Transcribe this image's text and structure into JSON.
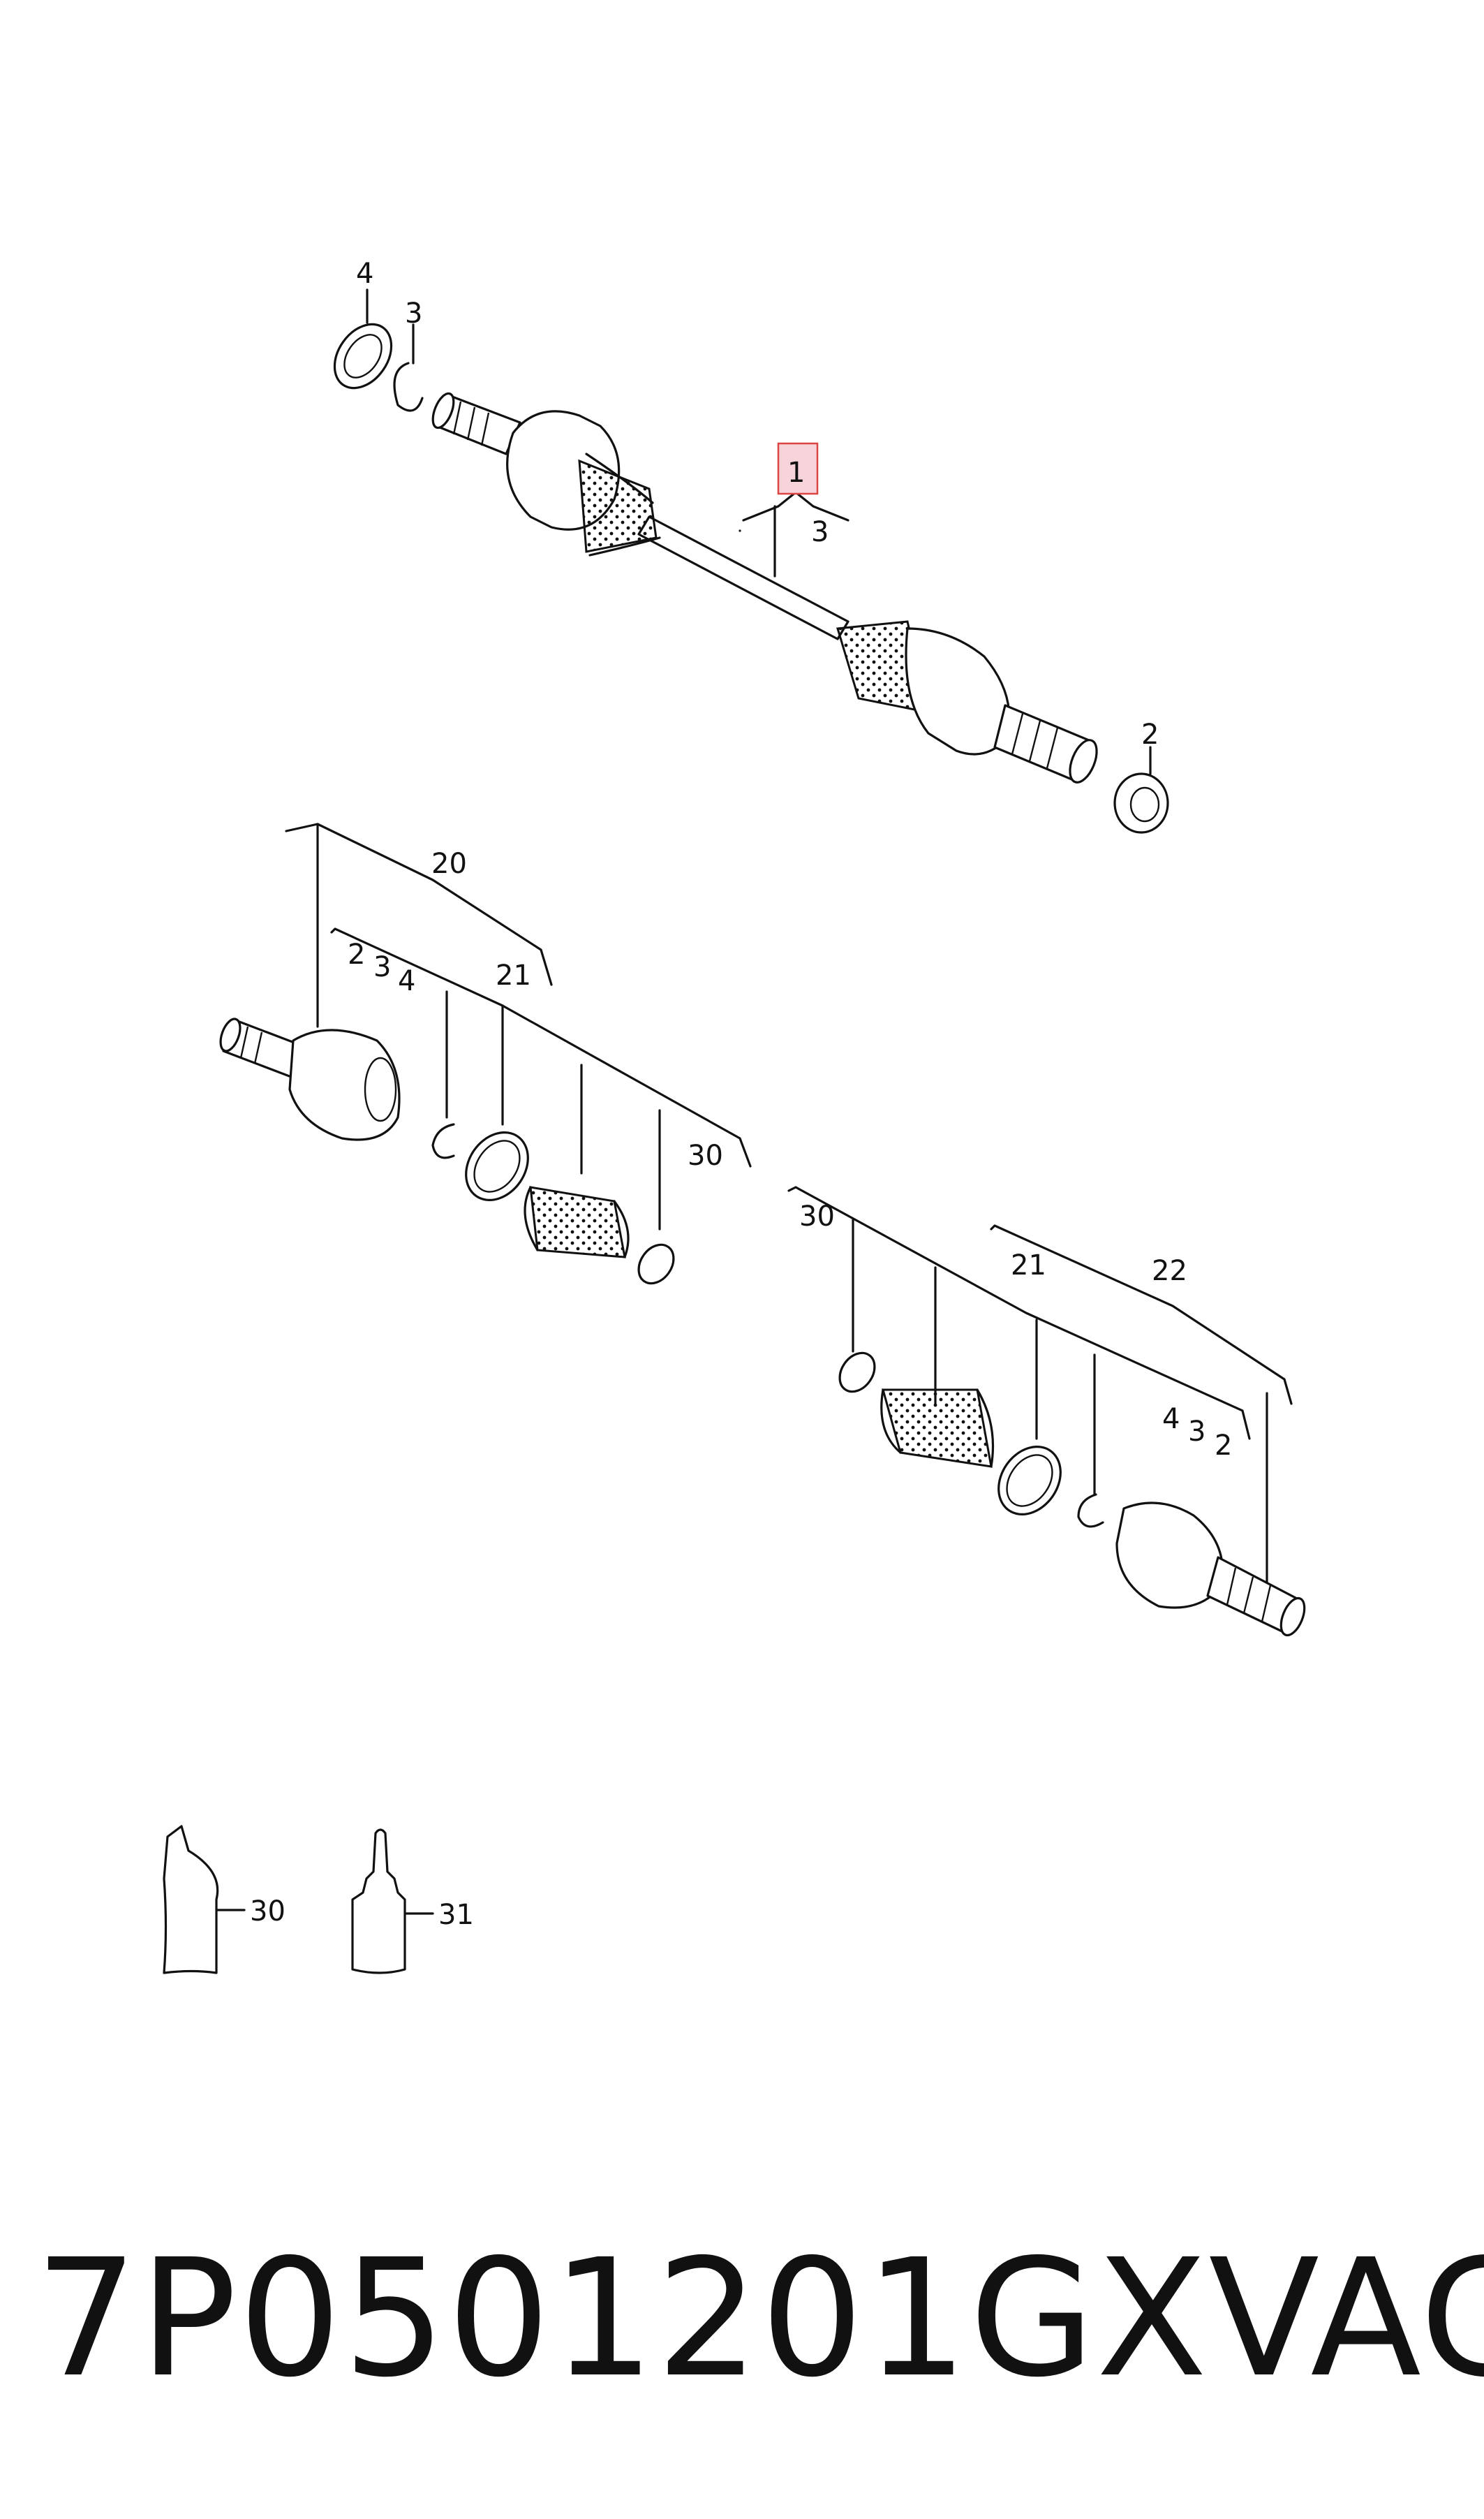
{
  "diagram": {
    "top_assembly": {
      "label_1": "1",
      "label_2": "2",
      "label_3a": "3",
      "label_3b": "3",
      "label_4": "4"
    },
    "left_joint": {
      "label_20": "20",
      "label_21": "21",
      "label_2": "2",
      "label_3": "3",
      "label_4": "4",
      "label_30": "30"
    },
    "right_joint": {
      "label_30": "30",
      "label_21": "21",
      "label_22": "22",
      "label_4": "4",
      "label_3": "3",
      "label_2": "2"
    },
    "consumables": {
      "label_30": "30",
      "label_31": "31"
    },
    "highlight_color": "#f6d4da"
  },
  "footer": {
    "part_number": "7P0501201GX",
    "brand": "VAG"
  }
}
